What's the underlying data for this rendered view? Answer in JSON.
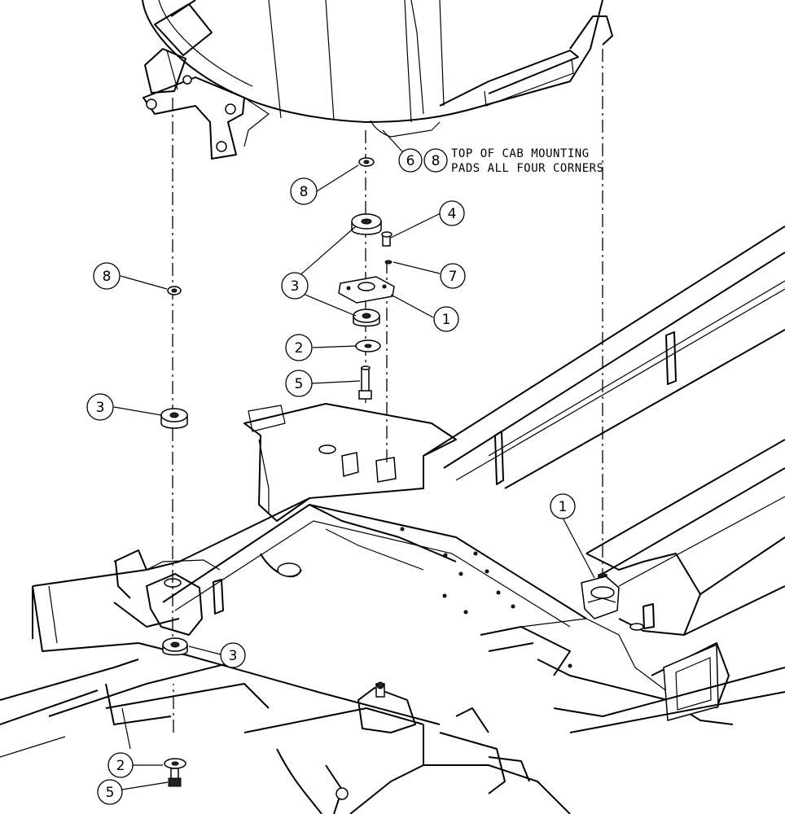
{
  "note": {
    "line1": "TOP OF CAB MOUNTING",
    "line2": "PADS ALL FOUR CORNERS"
  },
  "callouts": [
    {
      "label": "6"
    },
    {
      "label": "8"
    },
    {
      "label": "8"
    },
    {
      "label": "4"
    },
    {
      "label": "8"
    },
    {
      "label": "7"
    },
    {
      "label": "3"
    },
    {
      "label": "1"
    },
    {
      "label": "2"
    },
    {
      "label": "5"
    },
    {
      "label": "3"
    },
    {
      "label": "1"
    },
    {
      "label": "3"
    },
    {
      "label": "2"
    },
    {
      "label": "5"
    }
  ]
}
